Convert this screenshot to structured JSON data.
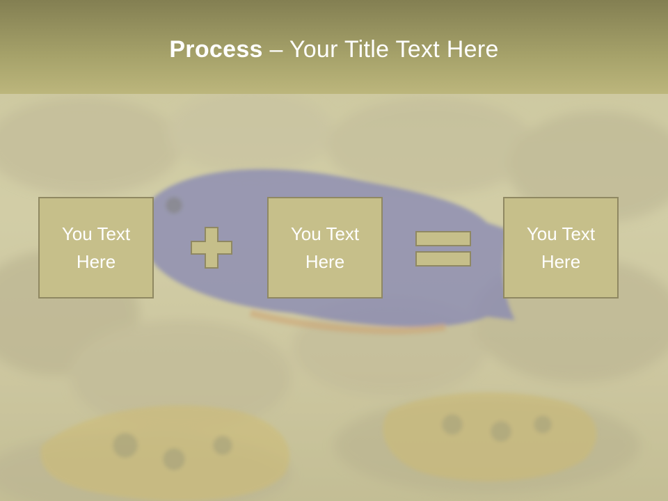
{
  "slide": {
    "title_bold": "Process",
    "title_rest": " – Your Title Text Here",
    "boxes": [
      {
        "text": "You Text\nHere"
      },
      {
        "text": "You Text\nHere"
      },
      {
        "text": "You Text\nHere"
      }
    ],
    "operators": [
      "plus",
      "equals"
    ],
    "colors": {
      "box_fill": "#c6bf8a",
      "box_border": "#8f8862",
      "operator_fill": "#c6bf8a",
      "title_text": "#ffffff"
    }
  }
}
